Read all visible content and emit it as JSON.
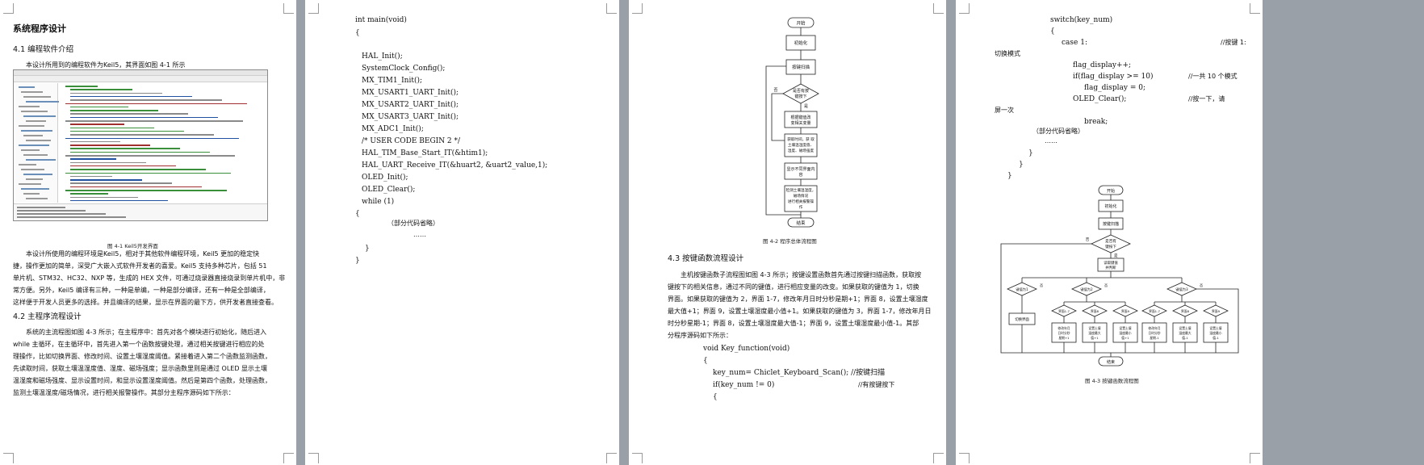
{
  "page1": {
    "title": "系统程序设计",
    "sec41": "4.1 编程软件介绍",
    "p41a": "本设计所用到的编程软件为Keil5，其界面如图 4-1 所示",
    "fig41_caption": "图 4-1 Keil5开发界面",
    "p41b": [
      "本设计所使用的编程环境是Keil5，相对于其他软件编程环境，Keil5 更加的稳定快",
      "捷，操作更加的简单，深受广大嵌入式软件开发者的喜爱。Keil5 支持多种芯片，包括 51",
      "单片机、STM32、HC32、NXP 等，生成的 HEX 文件，可通过烧录器直接烧录到单片机中，非",
      "常方便。另外，Keil5 编译有三种，一种是单编，一种是部分编译，还有一种是全部编译，",
      "这样便于开发人员更多的选择。并且编译的结果，显示在界面的最下方，供开发者直接查看。"
    ],
    "sec42": "4.2 主程序流程设计",
    "p42": [
      "系统的主流程图如图 4-3 所示；在主程序中：首先对各个模块进行初始化，随后进入",
      "while 主循环，在主循环中，首先进入第一个函数按键处理，通过相关按键进行相应的处",
      "理操作，比如切换界面、修改时间、设置土壤湿度阈值。紧接着进入第二个函数监测函数，",
      "先读取时间，获取土壤温湿度值、湿度、磁场强度；显示函数里则是通过 OLED 显示土壤",
      "温湿度和磁场强度、显示设置时间，和显示设置湿度阈值。然后是第四个函数，处理函数，",
      "监测土壤温湿度/磁场情况，进行相关报警操作。其部分主程序源码如下所示："
    ]
  },
  "page2": {
    "lines": [
      "int main(void)",
      "{",
      "",
      "HAL_Init();",
      "SystemClock_Config();",
      "MX_TIM1_Init();",
      "MX_USART1_UART_Init();",
      "MX_USART2_UART_Init();",
      "MX_USART3_UART_Init();",
      "MX_ADC1_Init();",
      "/* USER CODE BEGIN 2 */",
      "HAL_TIM_Base_Start_IT(&htim1);",
      "HAL_UART_Receive_IT(&huart2, &uart2_value,1);",
      "OLED_Init();",
      "OLED_Clear();",
      "while (1)",
      "{"
    ],
    "omitted": "（部分代码省略）",
    "dots": "……",
    "close1": "}",
    "close2": "}"
  },
  "page3": {
    "fc": {
      "start": "开始",
      "init": "初始化",
      "scan": "按键扫描",
      "decision": [
        "是否有按",
        "键按下"
      ],
      "no": "否",
      "yes": "是",
      "b1": [
        "根据键值改",
        "变相关变量"
      ],
      "b2": [
        "获取时间，获 取",
        "土壤温湿度值、",
        "湿度、磁场强度"
      ],
      "b3": [
        "显示不同界面内",
        "容"
      ],
      "b4": [
        "检测土壤温湿度，",
        "磁场情况",
        "进行相关报警操",
        "作"
      ],
      "end": "结束"
    },
    "fig_caption": "图 4-2 程序总体流程图",
    "sec43": "4.3 按键函数流程设计",
    "p43": [
      "主机按键函数子流程图如图 4-3 所示；按键设置函数首先通过按键扫描函数，获取按",
      "键按下的相关信息，通过不同的键值，进行相应变量的改变。如果获取的键值为 1，切换",
      "界面。如果获取的键值为 2，界面 1-7，修改年月日时分秒是期+1；界面 8，设置土壤湿度",
      "最大值+1；界面 9，设置土壤湿度最小值+1。如果获取的键值为 3，界面 1-7，修改年月日",
      "时分秒星期-1；界面 8，设置土壤湿度最大值-1；界面 9，设置土壤湿度最小值-1。其部",
      "分程序源码如下所示："
    ],
    "code": [
      "void Key_function(void)",
      "{",
      "key_num= Chiclet_Keyboard_Scan(); //按键扫描",
      "if(key_num != 0)",
      "{"
    ],
    "comment_pressed": "//有按键按下"
  },
  "page4": {
    "code": {
      "l1": "switch(key_num)",
      "l2": "{",
      "l3": "case 1:",
      "c3": "//按键 1:",
      "l4": "切换模式",
      "l5": "flag_display++;",
      "l6": "if(flag_display >= 10)",
      "c6": "//一共 10 个模式",
      "l7": "flag_display = 0;",
      "l8": "OLED_Clear();",
      "c8": "//按一下，请",
      "l9": "屏一次",
      "l10": "break;",
      "l11": "（部分代码省略）",
      "l12": "……",
      "l13": "}",
      "l14": "}",
      "l15": "}"
    },
    "fc": {
      "start": "开始",
      "init": "初始化",
      "scan": "按键扫描",
      "decision": [
        "是否有",
        "键按下"
      ],
      "no": "否",
      "yes": "是",
      "getval": [
        "读取键值",
        "并判断"
      ],
      "k1": "键值为1",
      "k2": "键值为2",
      "k3": "键值为3",
      "switch": "切换界面",
      "sub": [
        "界面1-7",
        "界面8",
        "界面9"
      ],
      "act2": [
        [
          "修改年月",
          "日时分秒",
          "星期+1"
        ],
        [
          "设置土壤",
          "湿度最大",
          "值+1"
        ],
        [
          "设置土壤",
          "湿度最小",
          "值+1"
        ]
      ],
      "act3": [
        [
          "修改年月",
          "日时分秒",
          "星期-1"
        ],
        [
          "设置土壤",
          "湿度最大",
          "值-1"
        ],
        [
          "设置土壤",
          "湿度最小",
          "值-1"
        ]
      ],
      "end": "结束"
    },
    "fig_caption": "图 4-3 按键函数流程图"
  }
}
